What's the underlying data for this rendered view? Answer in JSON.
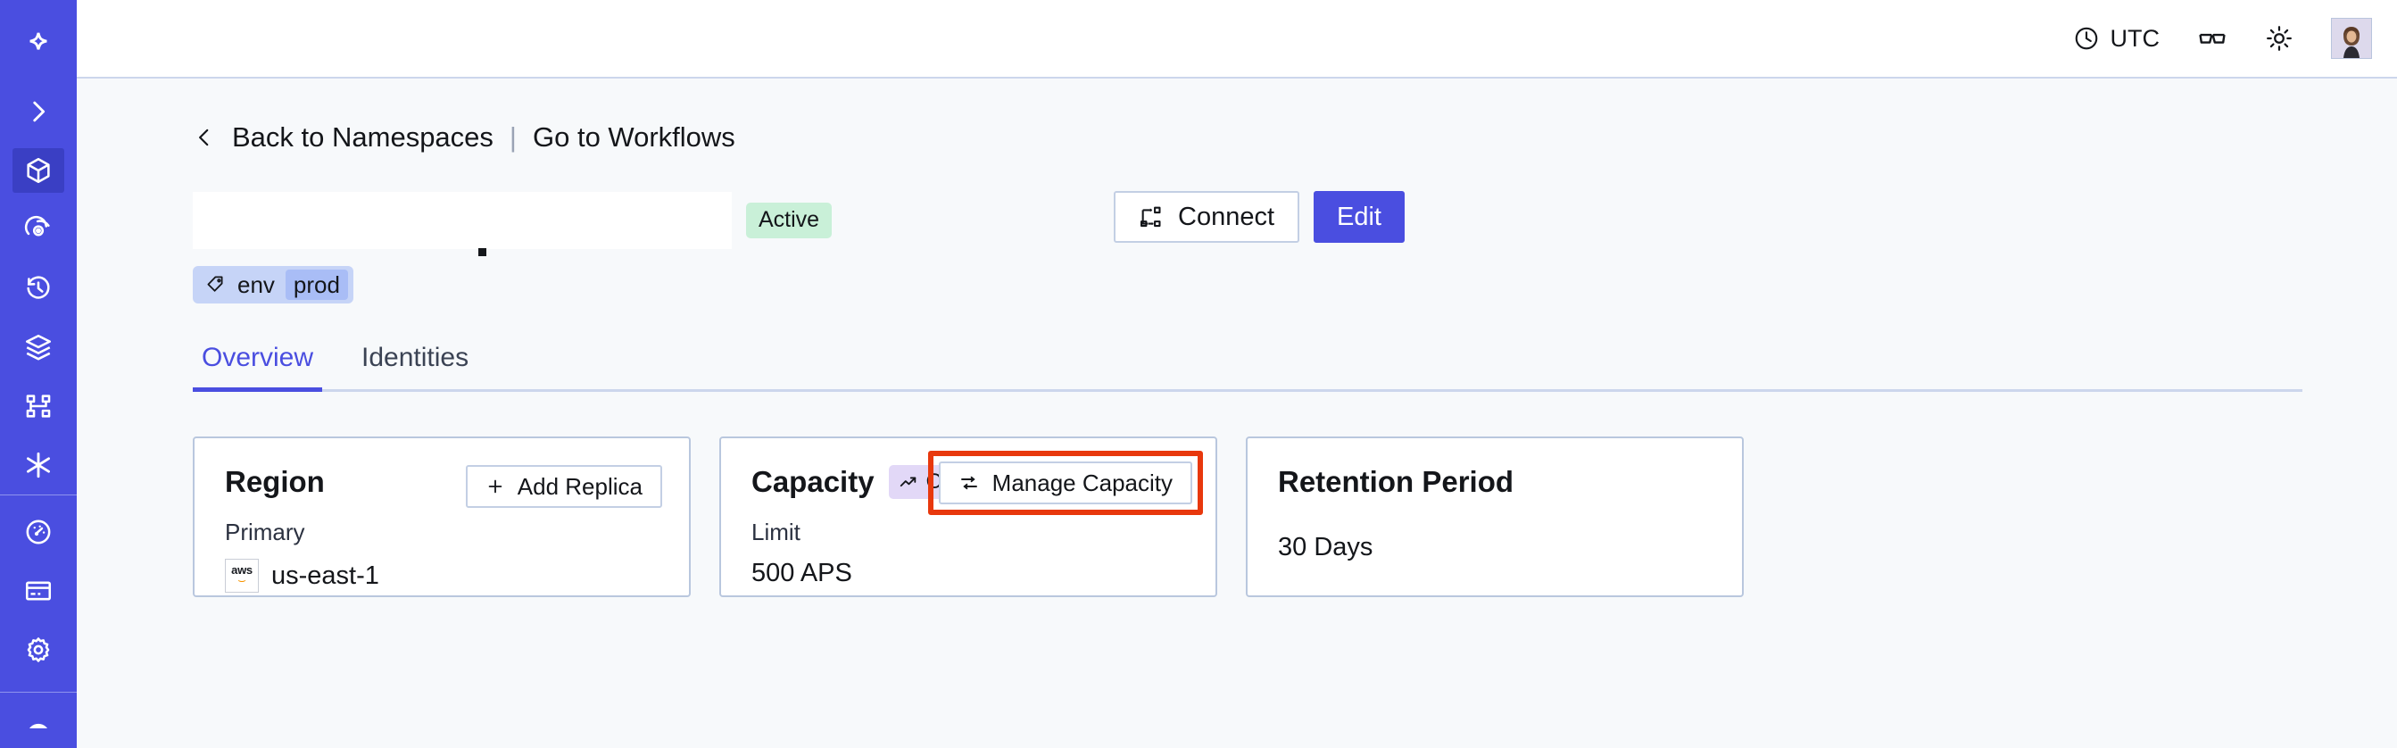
{
  "sidebar": {
    "logo_icon": "temporal-star-logo",
    "items": [
      {
        "icon": "chevron-right-icon",
        "name": "expand-sidebar"
      },
      {
        "icon": "cube-icon",
        "name": "namespaces",
        "active": true
      },
      {
        "icon": "eye-spiral-icon",
        "name": "observability"
      },
      {
        "icon": "clock-history-icon",
        "name": "schedules"
      },
      {
        "icon": "layers-icon",
        "name": "batch-operations"
      },
      {
        "icon": "nodes-icon",
        "name": "workers"
      },
      {
        "icon": "asterisk-icon",
        "name": "nexus"
      },
      {
        "icon": "gauge-icon",
        "name": "usage"
      },
      {
        "icon": "credit-card-icon",
        "name": "billing"
      },
      {
        "icon": "gear-icon",
        "name": "settings"
      },
      {
        "icon": "user-circle-icon",
        "name": "account"
      }
    ]
  },
  "topbar": {
    "timezone_label": "UTC",
    "clock_icon": "clock-icon",
    "glasses_icon": "glasses-icon",
    "theme_icon": "sun-icon",
    "avatar_icon": "user-avatar"
  },
  "breadcrumb": {
    "back_chevron_icon": "chevron-left-icon",
    "back_label": "Back to Namespaces",
    "divider": "|",
    "forward_label": "Go to Workflows"
  },
  "namespace": {
    "name": "",
    "status_badge": "Active",
    "tag": {
      "icon": "tag-icon",
      "key": "env",
      "value": "prod"
    }
  },
  "actions": {
    "connect_label": "Connect",
    "connect_icon": "connect-flow-icon",
    "edit_label": "Edit"
  },
  "tabs": [
    {
      "label": "Overview",
      "active": true
    },
    {
      "label": "Identities",
      "active": false
    }
  ],
  "cards": {
    "region": {
      "title": "Region",
      "action_label": "Add Replica",
      "action_icon": "plus-icon",
      "label": "Primary",
      "provider_icon": "aws-logo",
      "provider_text": "aws",
      "value": "us-east-1"
    },
    "capacity": {
      "title": "Capacity",
      "badge_label": "On-Demand",
      "badge_icon": "trending-up-icon",
      "action_label": "Manage Capacity",
      "action_icon": "sliders-icon",
      "label": "Limit",
      "value": "500 APS",
      "highlighted": true
    },
    "retention": {
      "title": "Retention Period",
      "value": "30 Days"
    }
  },
  "colors": {
    "brand": "#4a4ee0",
    "page_bg": "#f7f9fb",
    "card_border": "#b9c7de",
    "active_badge_bg": "#c9f0d8",
    "ondemand_badge_bg": "#e2d8f7",
    "tag_bg": "#c6d4f7",
    "tag_value_bg": "#a9bdf6",
    "highlight": "#e8380d"
  }
}
